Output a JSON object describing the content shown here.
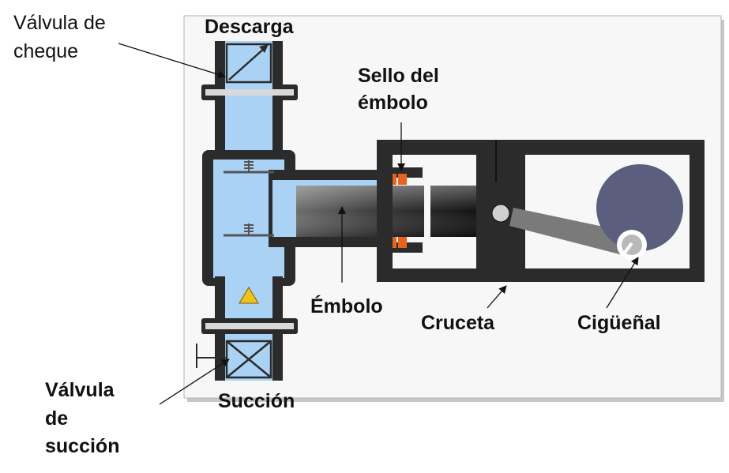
{
  "labels": {
    "check_valve_line1": "Válvula de",
    "check_valve_line2": "cheque",
    "discharge": "Descarga",
    "plunger_seal_line1": "Sello del",
    "plunger_seal_line2": "émbolo",
    "plunger": "Émbolo",
    "crosshead": "Cruceta",
    "crankshaft": "Cigüeñal",
    "suction_valve_line1": "Válvula",
    "suction_valve_line2": "de",
    "suction_valve_line3": "succión",
    "suction": "Succión"
  },
  "colors": {
    "frame": "#2b2b2b",
    "fluid": "#a9d2f5",
    "seal": "#e8641e",
    "crank_disc": "#5c5e7e",
    "rod": "#7a7a7a",
    "warning": "#f2c21b"
  }
}
